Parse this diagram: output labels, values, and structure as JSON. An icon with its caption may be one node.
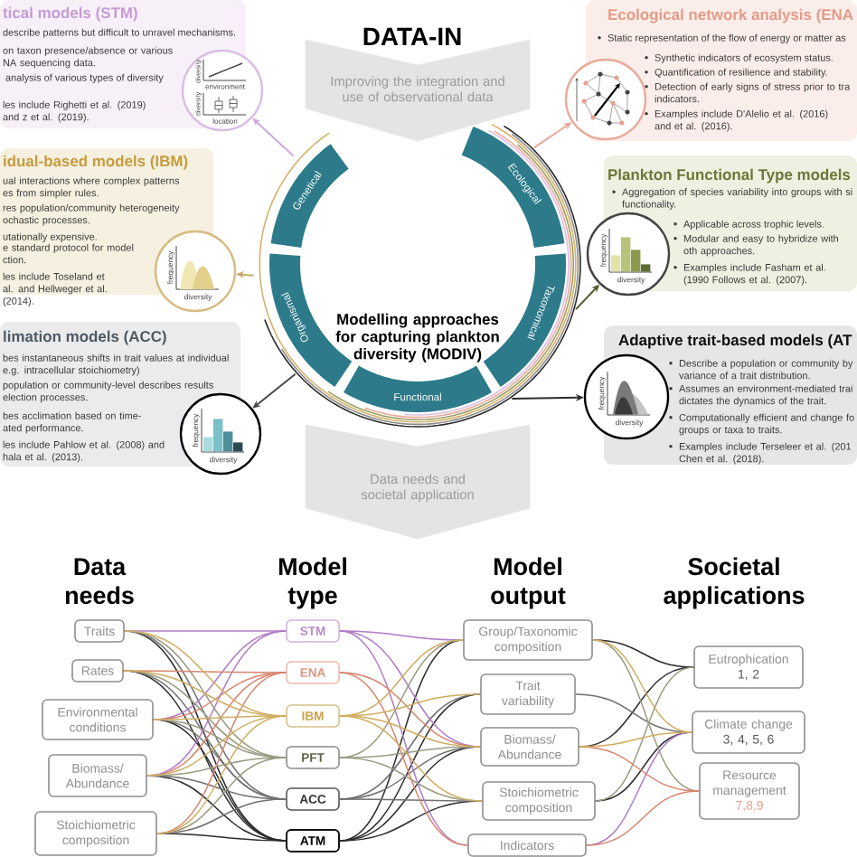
{
  "diagram": {
    "nodes": [
      {
        "text": [
          "tical models (STM)",
          "describe patterns but difficult to unravel mechanisms.",
          "on taxon presence/absence or various NA sequencing data.",
          "analysis of various types of diversity",
          "les include Righetti et al. (2019) and z et al. (2019)."
        ]
      },
      {
        "text": [
          "diversity",
          "environment",
          "diversity",
          "location"
        ]
      },
      {
        "text": [
          "Ecological network analysis (ENA",
          "Static representation of the flow of energy or matter as",
          "Synthetic indicators of ecosystem status.",
          "Quantification of resilience and stability.",
          "Detection of early signs of stress prior to tra indicators.",
          "Examples include D'Alelio et al. (2016) and et al. (2016)."
        ]
      },
      {
        "text": [],
        "shape": "picture"
      },
      {
        "text": [
          "idual-based models (IBM)",
          "ual interactions where complex patterns es from simpler rules.",
          "res population/community heterogeneity ochastic processes.",
          "utationally expensive.",
          "e standard protocol for model ction.",
          "les include Toseland et al. and Hellweger et al. (2014)."
        ]
      },
      {
        "text": [
          "frequency",
          "diversity"
        ]
      },
      {
        "text": [
          "Modelling approaches for capturing plankton diversity (MODIV)"
        ]
      },
      {
        "text": [
          "Plankton Functional Type models",
          "Aggregation of species variability into groups with si functionality.",
          "Applicable across trophic levels.",
          "Modular and easy to hybridize with oth approaches.",
          "Examples include Fasham et al. (1990 Follows et al. (2007)."
        ]
      },
      {
        "text": [
          "frequency",
          "diversity"
        ]
      },
      {
        "text": [
          "limation models (ACC)",
          "bes instantaneous shifts in trait values at individual e.g. intracellular stoichiometry)",
          "population or community-level describes results election processes.",
          "bes acclimation based on time- ated performance.",
          "les include Pahlow et al. (2008) and hala et al. (2013)."
        ]
      },
      {
        "text": [
          "frequency",
          "diversity"
        ]
      },
      {
        "text": [
          "Adaptive trait-based models (AT",
          "Describe a population or community by variance of a trait distribution.",
          "Assumes an environment-mediated trai dictates the dynamics of the trait.",
          "Computationally efficient and change fo groups or taxa to traits.",
          "Examples include Terseleer et al. (201 Chen et al. (2018)."
        ]
      },
      {
        "text": [
          "frequency",
          "diversity"
        ]
      },
      {
        "text": [
          "Traits"
        ]
      },
      {
        "text": [
          "Rates"
        ]
      },
      {
        "text": [
          "Environmental conditions"
        ]
      },
      {
        "text": [
          "Biomass/ Abundance"
        ]
      },
      {
        "text": [
          "Stoichiometric composition"
        ]
      },
      {
        "text": [
          "STM"
        ]
      },
      {
        "text": [
          "ENA"
        ]
      },
      {
        "text": [
          "IBM"
        ]
      },
      {
        "text": [
          "PFT"
        ]
      },
      {
        "text": [
          "ACC"
        ]
      },
      {
        "text": [
          "ATM"
        ]
      },
      {
        "text": [
          "Group/Taxonomic composition"
        ]
      },
      {
        "text": [
          "Trait variability"
        ]
      },
      {
        "text": [
          "Biomass/ Abundance"
        ]
      },
      {
        "text": [
          "Stoichiometric composition"
        ]
      },
      {
        "text": [
          "Indicators"
        ]
      },
      {
        "text": [
          "Eutrophication",
          "1, 2"
        ]
      },
      {
        "text": [
          "Climate change",
          "3, 4, 5, 6"
        ]
      },
      {
        "text": [
          "Resource management",
          "7,8,9"
        ]
      }
    ],
    "edges": [
      {
        "from": null,
        "to": 6,
        "arrow": "to",
        "label": "Improving the integration and use of observational data",
        "style": "thick",
        "color": "#e4e4e4"
      },
      {
        "from": 6,
        "to": null,
        "arrow": "to",
        "label": "Data needs and societal application",
        "style": "thick",
        "color": "#e4e4e4"
      },
      {
        "from": 6,
        "to": 1,
        "arrow": "to",
        "color": "#cfa9dc"
      },
      {
        "from": 6,
        "to": 3,
        "arrow": "to",
        "color": "#e8a898"
      },
      {
        "from": 6,
        "to": 5,
        "arrow": "to",
        "color": "#c9a86a"
      },
      {
        "from": 6,
        "to": 8,
        "arrow": "to",
        "color": "#525a30"
      },
      {
        "from": 6,
        "to": 10,
        "arrow": "to",
        "color": "#4a4a4a"
      },
      {
        "from": 6,
        "to": 12,
        "arrow": "to"
      },
      {
        "from": 13,
        "to": 18,
        "arrow": "none",
        "color": "#b07cc6"
      },
      {
        "from": 13,
        "to": 20,
        "arrow": "none",
        "color": "#cfae62"
      },
      {
        "from": 13,
        "to": 21,
        "arrow": "none",
        "color": "#9a9c80"
      },
      {
        "from": 13,
        "to": 22,
        "arrow": "none",
        "color": "#707070"
      },
      {
        "from": 13,
        "to": 23,
        "arrow": "none"
      },
      {
        "from": 14,
        "to": 19,
        "arrow": "none",
        "color": "#d8846d"
      },
      {
        "from": 14,
        "to": 20,
        "arrow": "none",
        "color": "#cfae62"
      },
      {
        "from": 14,
        "to": 21,
        "arrow": "none",
        "color": "#9a9c80"
      },
      {
        "from": 14,
        "to": 22,
        "arrow": "none",
        "color": "#707070"
      },
      {
        "from": 14,
        "to": 23,
        "arrow": "none"
      },
      {
        "from": 15,
        "to": 18,
        "arrow": "none",
        "color": "#b07cc6"
      },
      {
        "from": 15,
        "to": 19,
        "arrow": "none",
        "color": "#d8846d"
      },
      {
        "from": 15,
        "to": 20,
        "arrow": "none",
        "color": "#cfae62"
      },
      {
        "from": 15,
        "to": 21,
        "arrow": "none",
        "color": "#9a9c80"
      },
      {
        "from": 15,
        "to": 22,
        "arrow": "none",
        "color": "#707070"
      },
      {
        "from": 15,
        "to": 23,
        "arrow": "none"
      },
      {
        "from": 16,
        "to": 18,
        "arrow": "none",
        "color": "#b07cc6"
      },
      {
        "from": 16,
        "to": 19,
        "arrow": "none",
        "color": "#d8846d"
      },
      {
        "from": 16,
        "to": 20,
        "arrow": "none",
        "color": "#cfae62"
      },
      {
        "from": 16,
        "to": 21,
        "arrow": "none",
        "color": "#9a9c80"
      },
      {
        "from": 16,
        "to": 22,
        "arrow": "none",
        "color": "#707070"
      },
      {
        "from": 16,
        "to": 23,
        "arrow": "none"
      },
      {
        "from": 17,
        "to": 19,
        "arrow": "none",
        "color": "#d8846d"
      },
      {
        "from": 17,
        "to": 20,
        "arrow": "none",
        "color": "#cfae62"
      },
      {
        "from": 17,
        "to": 21,
        "arrow": "none",
        "color": "#9a9c80"
      },
      {
        "from": 17,
        "to": 22,
        "arrow": "none",
        "color": "#707070"
      },
      {
        "from": 17,
        "to": 23,
        "arrow": "none"
      },
      {
        "from": 18,
        "to": 24,
        "arrow": "none",
        "color": "#b07cc6"
      },
      {
        "from": 18,
        "to": 26,
        "arrow": "none",
        "color": "#b07cc6"
      },
      {
        "from": 18,
        "to": 28,
        "arrow": "none",
        "color": "#b07cc6"
      },
      {
        "from": 19,
        "to": 26,
        "arrow": "none",
        "color": "#d8846d"
      },
      {
        "from": 19,
        "to": 28,
        "arrow": "none",
        "color": "#d8846d"
      },
      {
        "from": 20,
        "to": 24,
        "arrow": "none",
        "color": "#cfae62"
      },
      {
        "from": 20,
        "to": 25,
        "arrow": "none",
        "color": "#cfae62"
      },
      {
        "from": 20,
        "to": 26,
        "arrow": "none",
        "color": "#cfae62"
      },
      {
        "from": 20,
        "to": 27,
        "arrow": "none",
        "color": "#cfae62"
      },
      {
        "from": 21,
        "to": 24,
        "arrow": "none",
        "color": "#9a9c80"
      },
      {
        "from": 21,
        "to": 26,
        "arrow": "none",
        "color": "#9a9c80"
      },
      {
        "from": 21,
        "to": 27,
        "arrow": "none",
        "color": "#9a9c80"
      },
      {
        "from": 22,
        "to": 25,
        "arrow": "none",
        "color": "#707070"
      },
      {
        "from": 22,
        "to": 26,
        "arrow": "none",
        "color": "#707070"
      },
      {
        "from": 22,
        "to": 27,
        "arrow": "none",
        "color": "#707070"
      },
      {
        "from": 23,
        "to": 24,
        "arrow": "none"
      },
      {
        "from": 23,
        "to": 25,
        "arrow": "none"
      },
      {
        "from": 23,
        "to": 26,
        "arrow": "none"
      },
      {
        "from": 23,
        "to": 27,
        "arrow": "none"
      },
      {
        "from": 24,
        "to": 29,
        "arrow": "none"
      },
      {
        "from": 24,
        "to": 30,
        "arrow": "none",
        "color": "#cfae62"
      },
      {
        "from": 24,
        "to": 31,
        "arrow": "none",
        "color": "#9a9c80"
      },
      {
        "from": 25,
        "to": 30,
        "arrow": "none",
        "color": "#707070"
      },
      {
        "from": 26,
        "to": 29,
        "arrow": "none"
      },
      {
        "from": 26,
        "to": 30,
        "arrow": "none",
        "color": "#cfae62"
      },
      {
        "from": 26,
        "to": 31,
        "arrow": "none",
        "color": "#d8846d"
      },
      {
        "from": 27,
        "to": 29,
        "arrow": "none",
        "color": "#9a9c80"
      },
      {
        "from": 27,
        "to": 30,
        "arrow": "none"
      },
      {
        "from": 28,
        "to": 30,
        "arrow": "none",
        "color": "#b07cc6"
      },
      {
        "from": 28,
        "to": 31,
        "arrow": "none",
        "color": "#d8846d"
      }
    ],
    "labels": [
      "DATA-IN",
      "Genetical",
      "Ecological",
      "Organismal",
      "Taxonomical",
      "Functional",
      "Data needs",
      "Model type",
      "Model output",
      "Societal applications"
    ]
  }
}
